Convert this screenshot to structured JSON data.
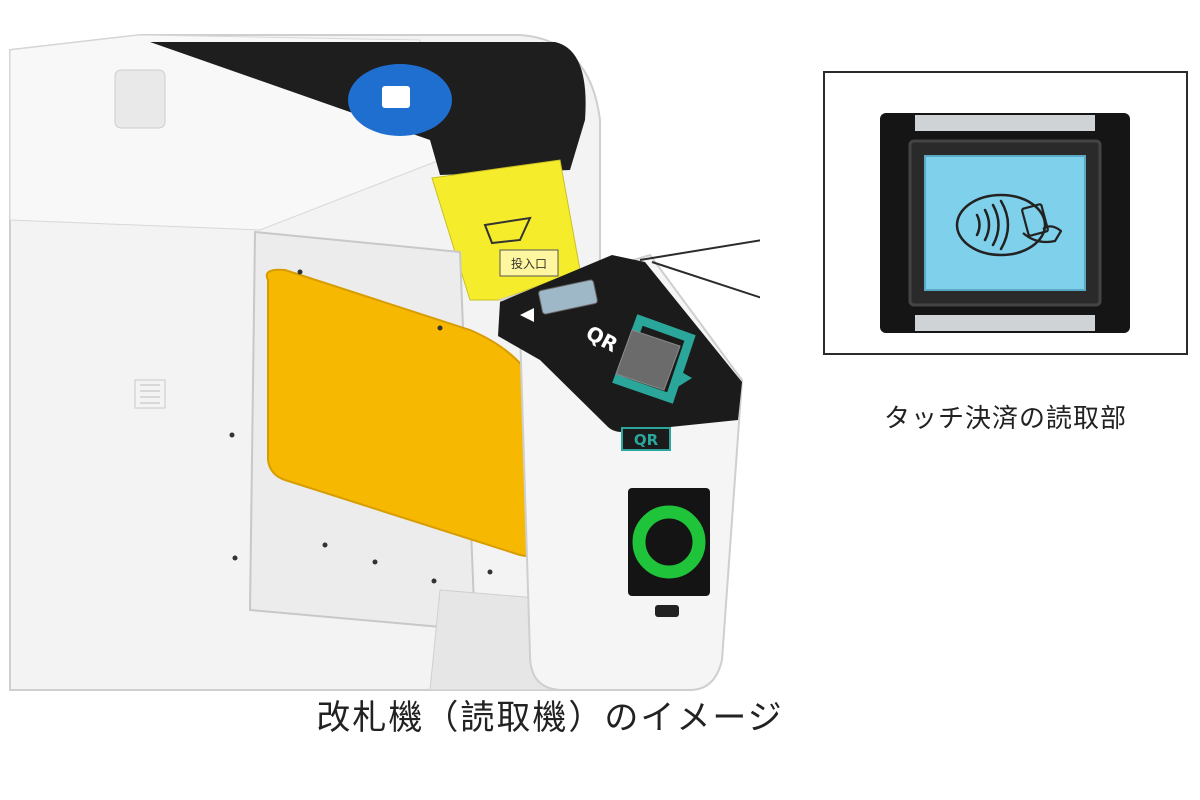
{
  "captions": {
    "inset_label": "タッチ決済の読取部",
    "main_label": "改札機（読取機）のイメージ"
  },
  "gate": {
    "qr_label_top": "QR",
    "qr_label_bottom": "QR",
    "ticket_slot_text": "投入口"
  },
  "colors": {
    "gate_body": "#f2f2f2",
    "flap_yellow": "#f6b800",
    "ticket_yellow": "#f5ec2c",
    "panel_black": "#1b1b1b",
    "qr_teal": "#2aa79a",
    "reader_blue": "#7fd0ea",
    "ring_green": "#1fc43a",
    "ic_reader_blue": "#1f6fd1"
  }
}
